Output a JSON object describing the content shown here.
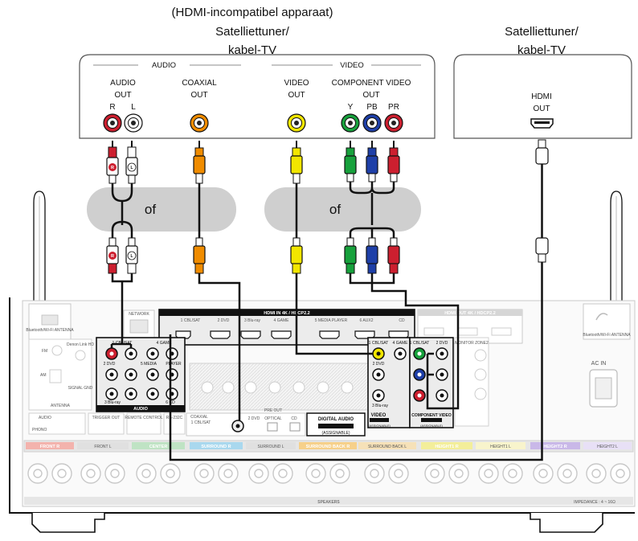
{
  "header": {
    "left_title_line1": "(HDMI-incompatibel apparaat)",
    "left_title_line2": "Satelliettuner/",
    "left_title_line3": "kabel-TV",
    "right_title_line1": "Satelliettuner/",
    "right_title_line2": "kabel-TV"
  },
  "source_box": {
    "audio_group": "AUDIO",
    "video_group": "VIDEO",
    "audio_out_line1": "AUDIO",
    "audio_out_line2": "OUT",
    "audio_r": "R",
    "audio_l": "L",
    "coaxial_line1": "COAXIAL",
    "coaxial_line2": "OUT",
    "video_out_line1": "VIDEO",
    "video_out_line2": "OUT",
    "component_line1": "COMPONENT VIDEO",
    "component_line2": "OUT",
    "comp_y": "Y",
    "comp_pb": "PB",
    "comp_pr": "PR"
  },
  "hdmi_box": {
    "label_line1": "HDMI",
    "label_line2": "OUT"
  },
  "or_labels": [
    "of",
    "of"
  ],
  "plug_labels": {
    "right": "R",
    "left": "L"
  },
  "receiver": {
    "bt_antenna_left": "Bluetooth/Wi-Fi ANTENNA",
    "bt_antenna_right": "Bluetooth/Wi-Fi ANTENNA",
    "network": "NETWORK",
    "hdmi_header": "HDMI  IN  4K / HDCP2.2",
    "hdmi_out_header": "HDMI OUT 4K / HDCP2.2",
    "hdmi_inputs": [
      "1 CBL/SAT",
      "2 DVD",
      "3 Blu-ray",
      "4 GAME",
      "5 MEDIA PLAYER",
      "6 AUX2",
      "CD"
    ],
    "fm": "FM",
    "am": "AM",
    "antenna": "ANTENNA",
    "denon_link": "Denon Link HD",
    "signal_gnd": "SIGNAL GND",
    "audio_in": "AUDIO",
    "audio_in_labels": [
      "1 CBL/SAT",
      "4 GAME",
      "2 DVD",
      "5 MEDIA",
      "PLAYER",
      "3 Blu-ray",
      "6 CD"
    ],
    "assignable": "(ASSIGNABLE)",
    "pre_out": "PRE OUT",
    "digital_audio": "DIGITAL AUDIO",
    "coaxial_in": "COAXIAL",
    "coax_input": "1 CBL/SAT",
    "optical_inputs": [
      "2 DVD",
      "OPTICAL",
      "CD"
    ],
    "video_in_labels": [
      "1 CBL/SAT",
      "4 GAME",
      "2 DVD",
      "3 Blu-ray"
    ],
    "video_in": "VIDEO",
    "component_in_labels": [
      "1 CBL/SAT",
      "2 DVD"
    ],
    "component_in": "COMPONENT VIDEO",
    "monitor_zone2": "MONITOR ZONE2",
    "ac_in": "AC IN",
    "trigger_out": "TRIGGER OUT",
    "remote_control": "REMOTE CONTROL",
    "rs232c": "RS-232C",
    "phono": "PHONO",
    "speakers": "SPEAKERS",
    "speaker_labels": [
      "FRONT R",
      "FRONT L",
      "CENTER",
      "SURROUND R",
      "SURROUND L",
      "SURROUND BACK R",
      "SURROUND BACK L",
      "HEIGHT1 R",
      "HEIGHT1 L",
      "HEIGHT2 R",
      "HEIGHT2 L"
    ],
    "impedance": "IMPEDANCE : 4 ~ 16Ω"
  },
  "colors": {
    "red": "#cc1f2f",
    "white": "#ffffff",
    "orange": "#f08c00",
    "yellow": "#f2e600",
    "green": "#17a13c",
    "blue": "#1e3fa8",
    "or_bubble": "#cfcfcf",
    "panel_line": "#111111",
    "faded": "#c8c8c8"
  }
}
